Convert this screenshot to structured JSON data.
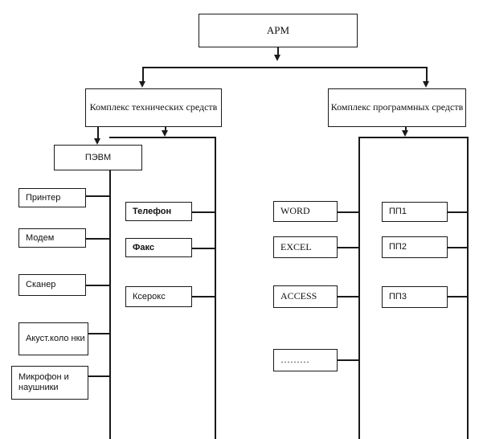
{
  "root": {
    "label": "АРМ"
  },
  "hardware": {
    "label": "Комплекс технических средств",
    "pc": "ПЭВМ",
    "peripherals": [
      "Принтер",
      "Модем",
      "Сканер",
      "Акуст.коло нки",
      "Микрофон и наушники"
    ],
    "devices": [
      "Телефон",
      "Факс",
      "Ксерокс"
    ]
  },
  "software": {
    "label": "Комплекс программных средств",
    "apps": [
      "WORD",
      "EXCEL",
      "ACCESS",
      "………"
    ],
    "packages": [
      "ПП1",
      "ПП2",
      "ПП3"
    ]
  }
}
